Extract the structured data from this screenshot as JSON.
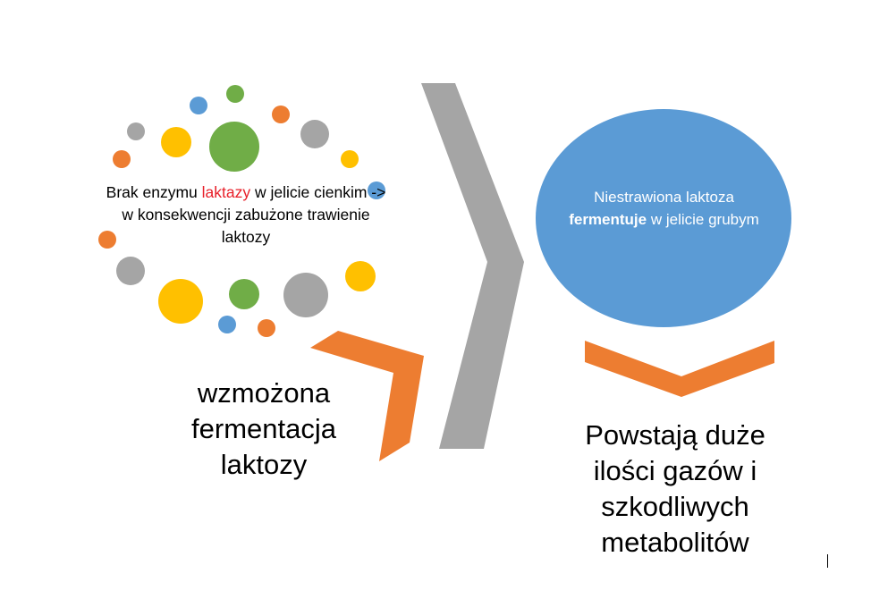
{
  "colors": {
    "orange": "#ED7D31",
    "gray": "#A5A5A5",
    "yellow": "#FFC000",
    "green": "#70AD47",
    "blue": "#5B9BD5",
    "highlight_red": "#E8202A"
  },
  "left_text": {
    "part1": "Brak enzymu ",
    "highlight": "laktazy",
    "part2": " w jelicie cienkim -> w konsekwencji zabużone trawienie laktozy"
  },
  "ellipse_text": {
    "line1": "Niestrawiona laktoza",
    "bold": "fermentuje",
    "rest": " w jelicie grubym"
  },
  "bottom_left_text": "wzmożona fermentacja laktozy",
  "bottom_right_text": "Powstają duże ilości gazów i szkodliwych metabolitów"
}
